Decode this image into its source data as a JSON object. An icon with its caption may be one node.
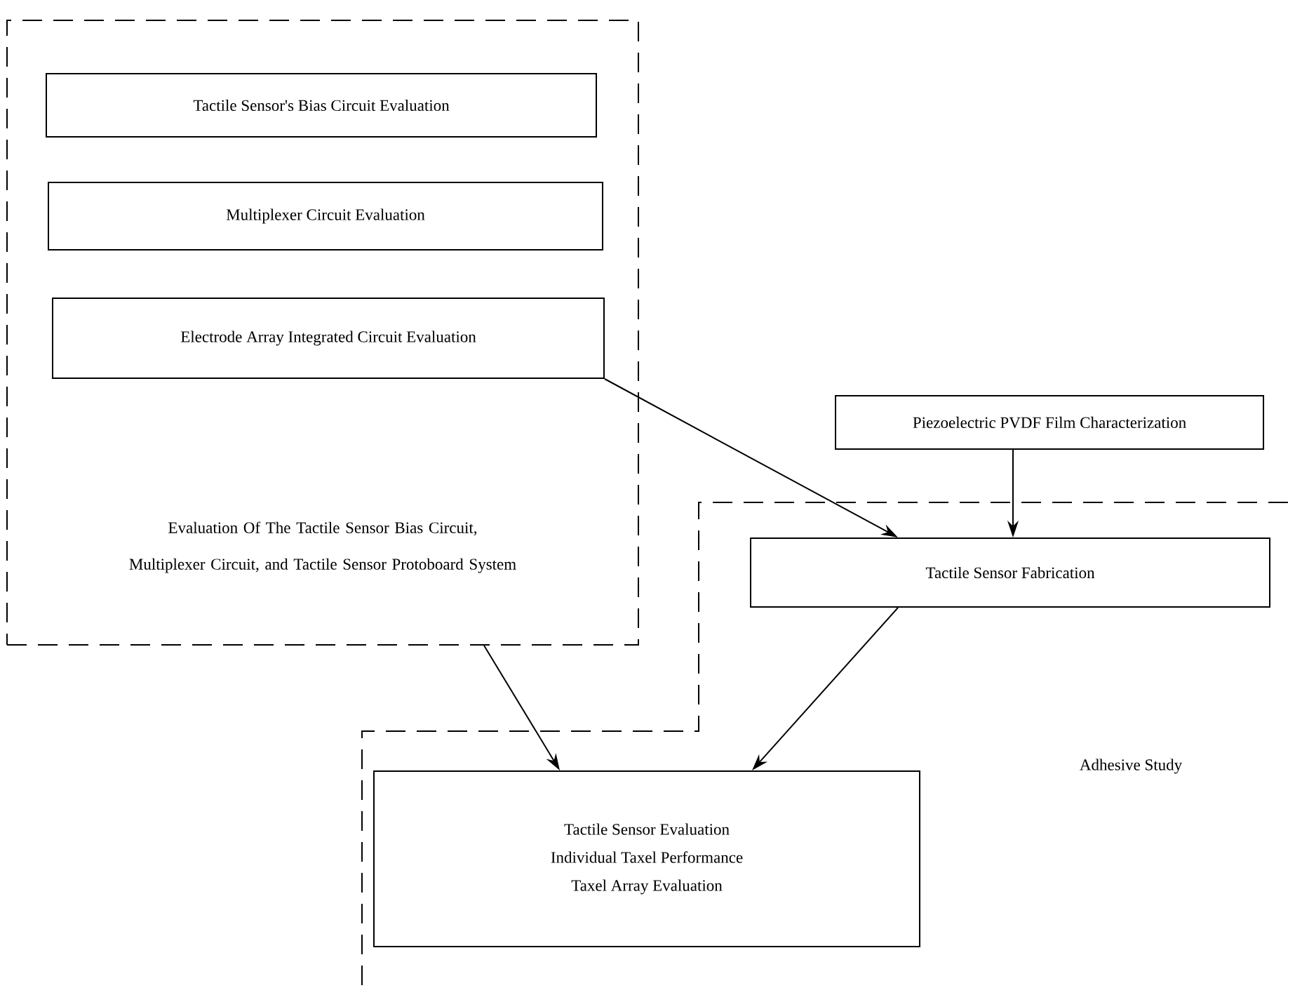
{
  "diagram": {
    "nodes": [
      {
        "text": [
          "Evaluation Of The Tactile Sensor Bias Circuit, Multiplexer Circuit, and Tactile Sensor Protoboard System"
        ]
      },
      {
        "text": [
          "Tactile Sensor's Bias Circuit Evaluation"
        ],
        "in": 0
      },
      {
        "text": [
          "Multiplexer Circuit Evaluation"
        ],
        "in": 0
      },
      {
        "text": [
          "Electrode Array Integrated Circuit Evaluation"
        ],
        "in": 0
      },
      {
        "text": [
          "Piezoelectric PVDF Film Characterization"
        ]
      },
      {
        "text": [
          "Adhesive Study"
        ]
      },
      {
        "text": [
          "Tactile Sensor Fabrication"
        ],
        "in": 5
      },
      {
        "text": [
          "Tactile Sensor Evaluation",
          "Individual Taxel Performance",
          "Taxel Array Evaluation"
        ],
        "in": 5
      }
    ],
    "edges": [
      {
        "from": 3,
        "to": 6,
        "arrow": "to"
      },
      {
        "from": 4,
        "to": 6,
        "arrow": "to"
      },
      {
        "from": 6,
        "to": 7,
        "arrow": "to"
      },
      {
        "from": 0,
        "to": 7,
        "arrow": "to"
      }
    ]
  }
}
